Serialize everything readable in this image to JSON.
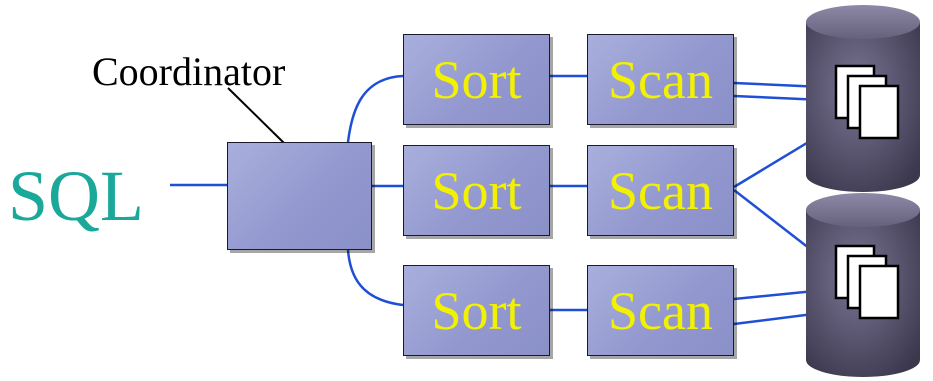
{
  "input": {
    "label": "SQL"
  },
  "coordinator": {
    "label": "Coordinator"
  },
  "pipelines": [
    {
      "sort_label": "Sort",
      "scan_label": "Scan"
    },
    {
      "sort_label": "Sort",
      "scan_label": "Scan"
    },
    {
      "sort_label": "Sort",
      "scan_label": "Scan"
    }
  ],
  "colors": {
    "sql_text": "#1aa89a",
    "operator_text": "#f2f200",
    "connector_line": "#1f4fd6",
    "box_fill": "#9ba1d5",
    "disk_fill": "#5c5874"
  }
}
